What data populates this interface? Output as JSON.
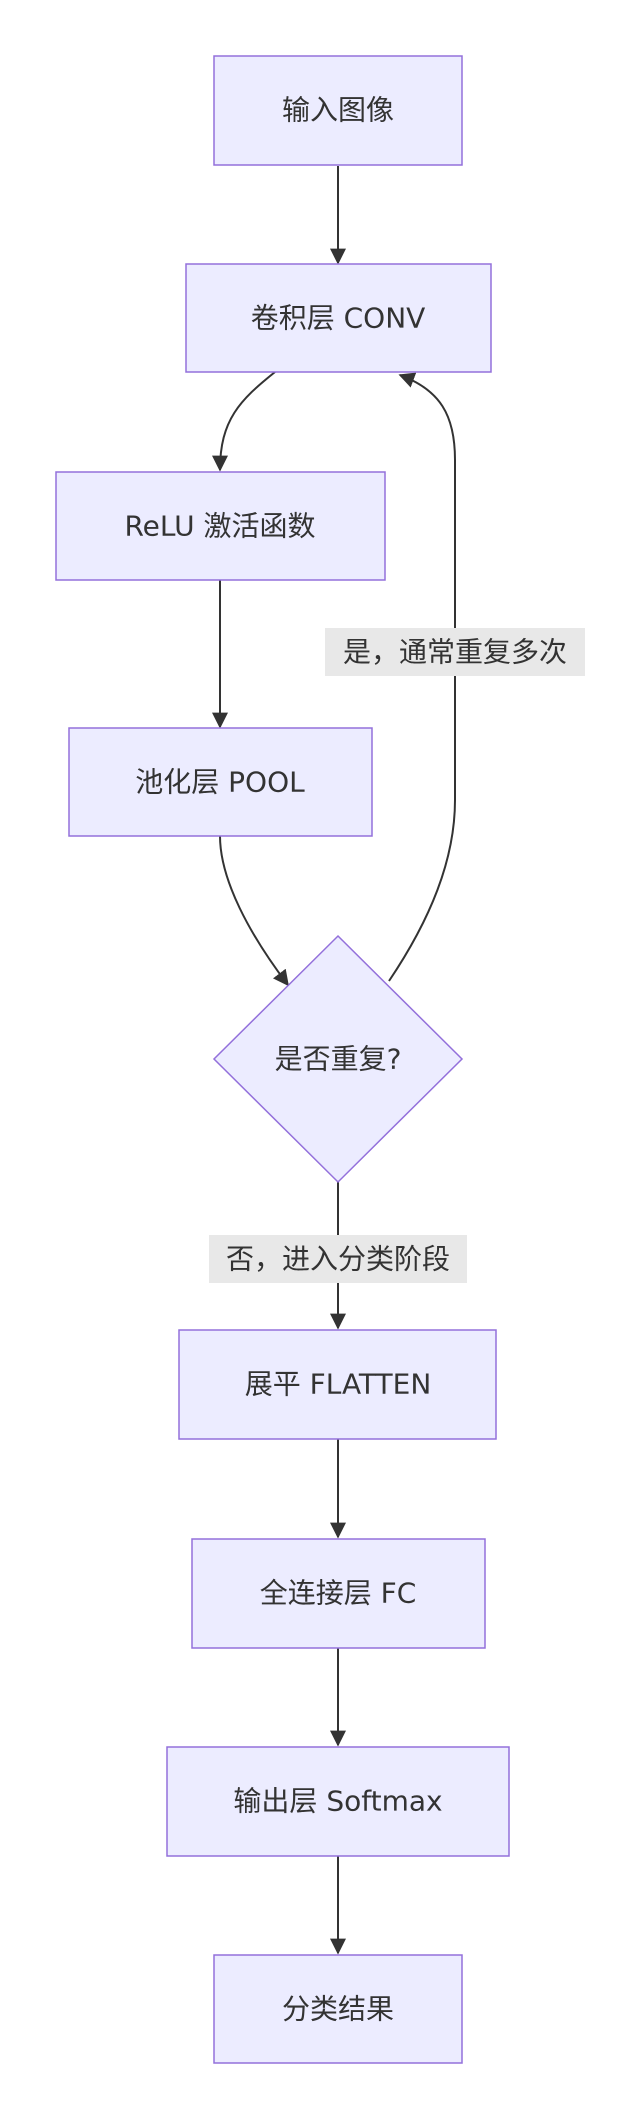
{
  "diagram": {
    "nodes": {
      "input": "输入图像",
      "conv": "卷积层 CONV",
      "relu": "ReLU 激活函数",
      "pool": "池化层 POOL",
      "repeat": "是否重复?",
      "flatten": "展平 FLATTEN",
      "fc": "全连接层 FC",
      "output": "输出层 Softmax",
      "result": "分类结果"
    },
    "edge_labels": {
      "yes_repeat": "是，通常重复多次",
      "no_classify": "否，进入分类阶段"
    },
    "colors": {
      "node_fill": "#ECECFF",
      "node_stroke": "#9370DB",
      "edge": "#333333",
      "label_bg": "#e8e8e8"
    }
  }
}
